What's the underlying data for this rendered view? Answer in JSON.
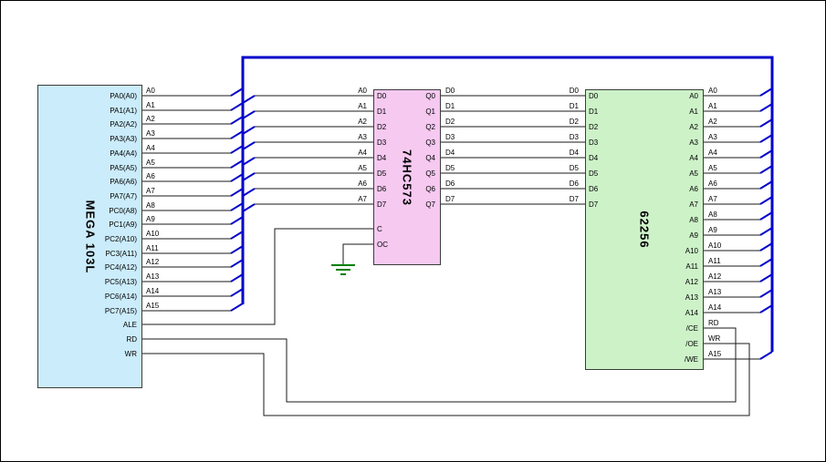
{
  "colors": {
    "bus": "#0000cd",
    "wire": "#1a1a1a",
    "entry": "#0000cd",
    "ground": "#008000",
    "mega_fill": "#cbecfb",
    "latch_fill": "#f6c9f1",
    "sram_fill": "#cdf2c8",
    "chip_border": "#3c3c3c"
  },
  "mega": {
    "title": "MEGA 103L",
    "pins": [
      "PA0(A0)",
      "PA1(A1)",
      "PA2(A2)",
      "PA3(A3)",
      "PA4(A4)",
      "PA5(A5)",
      "PA6(A6)",
      "PA7(A7)",
      "PC0(A8)",
      "PC1(A9)",
      "PC2(A10)",
      "PC3(A11)",
      "PC4(A12)",
      "PC5(A13)",
      "PC6(A14)",
      "PC7(A15)",
      "ALE",
      "RD",
      "WR"
    ],
    "net_labels": [
      "A0",
      "A1",
      "A2",
      "A3",
      "A4",
      "A5",
      "A6",
      "A7",
      "A8",
      "A9",
      "A10",
      "A11",
      "A12",
      "A13",
      "A14",
      "A15"
    ]
  },
  "latch": {
    "title": "74HC573",
    "input_pins": [
      "D0",
      "D1",
      "D2",
      "D3",
      "D4",
      "D5",
      "D6",
      "D7"
    ],
    "control_pins": [
      "C",
      "OC"
    ],
    "output_pins": [
      "Q0",
      "Q1",
      "Q2",
      "Q3",
      "Q4",
      "Q5",
      "Q6",
      "Q7"
    ],
    "input_net_labels": [
      "A0",
      "A1",
      "A2",
      "A3",
      "A4",
      "A5",
      "A6",
      "A7"
    ],
    "output_net_labels": [
      "D0",
      "D1",
      "D2",
      "D3",
      "D4",
      "D5",
      "D6",
      "D7"
    ]
  },
  "sram": {
    "title": "62256",
    "data_pins": [
      "D0",
      "D1",
      "D2",
      "D3",
      "D4",
      "D5",
      "D6",
      "D7"
    ],
    "address_pins": [
      "A0",
      "A1",
      "A2",
      "A3",
      "A4",
      "A5",
      "A6",
      "A7",
      "A8",
      "A9",
      "A10",
      "A11",
      "A12",
      "A13",
      "A14"
    ],
    "control_pins": [
      "/CE",
      "/OE",
      "/WE"
    ],
    "data_net_labels": [
      "D0",
      "D1",
      "D2",
      "D3",
      "D4",
      "D5",
      "D6",
      "D7"
    ],
    "address_net_labels": [
      "A0",
      "A1",
      "A2",
      "A3",
      "A4",
      "A5",
      "A6",
      "A7",
      "A8",
      "A9",
      "A10",
      "A11",
      "A12",
      "A13",
      "A14"
    ],
    "control_net_labels": [
      "RD",
      "WR",
      "A15"
    ]
  }
}
